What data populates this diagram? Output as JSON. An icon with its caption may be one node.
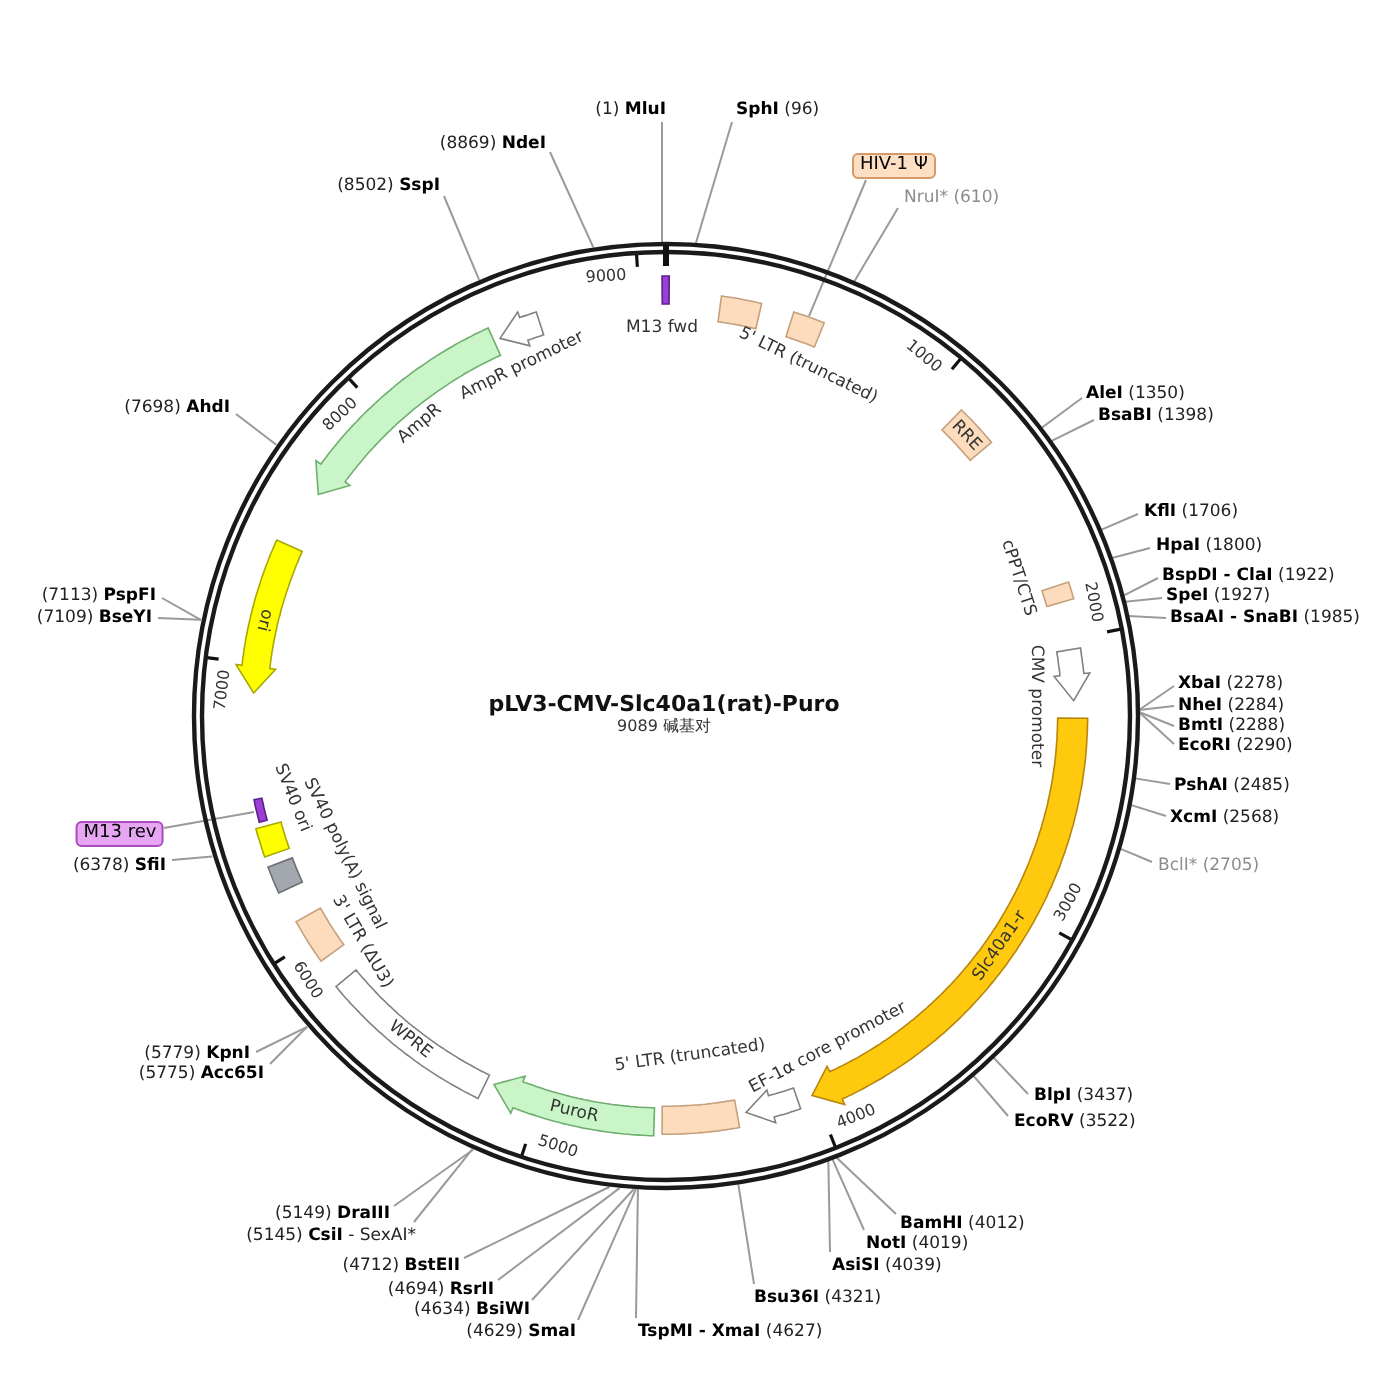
{
  "diagram": {
    "title": "pLV3-CMV-Slc40a1(rat)-Puro",
    "nodes": [
      {
        "text": [],
        "shape": "circle"
      },
      {
        "text": [
          "M13 fwd"
        ],
        "in": 0
      },
      {
        "text": [
          "5' LTR (truncated)"
        ],
        "in": 0
      },
      {
        "text": [],
        "shape": "box",
        "in": 0
      },
      {
        "text": [
          "HIV-1 Ψ"
        ]
      },
      {
        "text": [
          "RRE"
        ],
        "in": 0
      },
      {
        "text": [
          "cPPT/CTS"
        ],
        "in": 0
      },
      {
        "text": [
          "CMV promoter"
        ],
        "in": 0
      },
      {
        "text": [
          "Slc40a1-r"
        ],
        "in": 0
      },
      {
        "text": [
          "EF-1α core promoter"
        ],
        "in": 0
      },
      {
        "text": [
          "5' LTR (truncated)"
        ],
        "in": 0
      },
      {
        "text": [
          "PuroR"
        ],
        "in": 0
      },
      {
        "text": [
          "WPRE"
        ],
        "in": 0
      },
      {
        "text": [
          "3' LTR (ΔU3)"
        ],
        "in": 0
      },
      {
        "text": [
          "SV40 poly(A) signal"
        ],
        "in": 0
      },
      {
        "text": [
          "SV40 ori"
        ],
        "in": 0
      },
      {
        "text": [],
        "shape": "bar",
        "in": 0
      },
      {
        "text": [
          "M13 rev"
        ]
      },
      {
        "text": [
          "ori"
        ],
        "in": 0
      },
      {
        "text": [
          "AmpR"
        ],
        "in": 0
      },
      {
        "text": [
          "AmpR promoter"
        ],
        "in": 0
      },
      {
        "text": [
          "(1) **MluI**"
        ]
      },
      {
        "text": [
          "**SphI** (96)"
        ]
      },
      {
        "text": [
          "NruI* (610)"
        ]
      },
      {
        "text": [
          "**AleI** (1350)"
        ]
      },
      {
        "text": [
          "**BsaBI** (1398)"
        ]
      },
      {
        "text": [
          "**KflI** (1706)"
        ]
      },
      {
        "text": [
          "**HpaI** (1800)"
        ]
      },
      {
        "text": [
          "**BspDI - ClaI** (1922)"
        ]
      },
      {
        "text": [
          "**SpeI** (1927)"
        ]
      },
      {
        "text": [
          "**BsaAI - SnaBI** (1985)"
        ]
      },
      {
        "text": [
          "**XbaI** (2278)"
        ]
      },
      {
        "text": [
          "**NheI** (2284)"
        ]
      },
      {
        "text": [
          "**BmtI** (2288)"
        ]
      },
      {
        "text": [
          "**EcoRI** (2290)"
        ]
      },
      {
        "text": [
          "**PshAI** (2485)"
        ]
      },
      {
        "text": [
          "**XcmI** (2568)"
        ]
      },
      {
        "text": [
          "BclI* (2705)"
        ]
      },
      {
        "text": [
          "**BlpI** (3437)"
        ]
      },
      {
        "text": [
          "**EcoRV** (3522)"
        ]
      },
      {
        "text": [
          "**BamHI** (4012)"
        ]
      },
      {
        "text": [
          "**NotI** (4019)"
        ]
      },
      {
        "text": [
          "**AsiSI** (4039)"
        ]
      },
      {
        "text": [
          "**Bsu36I** (4321)"
        ]
      },
      {
        "text": [
          "**TspMI - XmaI** (4627)"
        ]
      },
      {
        "text": [
          "(4629) **SmaI**"
        ]
      },
      {
        "text": [
          "(4634) **BsiWI**"
        ]
      },
      {
        "text": [
          "(4694) **RsrII**"
        ]
      },
      {
        "text": [
          "(4712) **BstEII**"
        ]
      },
      {
        "text": [
          "(5145) **CsiI** - SexAI*"
        ]
      },
      {
        "text": [
          "(5149) **DraIII**"
        ]
      },
      {
        "text": [
          "(5775) **Acc65I**"
        ]
      },
      {
        "text": [
          "(5779) **KpnI**"
        ]
      },
      {
        "text": [
          "(6378) **SfiI**"
        ]
      },
      {
        "text": [
          "(7109) **BseYI**"
        ]
      },
      {
        "text": [
          "(7113) **PspFI**"
        ]
      },
      {
        "text": [
          "(7698) **AhdI**"
        ]
      },
      {
        "text": [
          "(8502) **SspI**"
        ]
      },
      {
        "text": [
          "(8869) **NdeI**"
        ]
      }
    ],
    "edges": [
      {
        "from": 21,
        "to": 0,
        "arrow": "none"
      },
      {
        "from": 22,
        "to": 0,
        "arrow": "none"
      },
      {
        "from": 23,
        "to": 0,
        "arrow": "none"
      },
      {
        "from": 24,
        "to": 0,
        "arrow": "none"
      },
      {
        "from": 25,
        "to": 0,
        "arrow": "none"
      },
      {
        "from": 26,
        "to": 0,
        "arrow": "none"
      },
      {
        "from": 27,
        "to": 0,
        "arrow": "none"
      },
      {
        "from": 28,
        "to": 0,
        "arrow": "none"
      },
      {
        "from": 29,
        "to": 0,
        "arrow": "none"
      },
      {
        "from": 30,
        "to": 0,
        "arrow": "none"
      },
      {
        "from": 31,
        "to": 0,
        "arrow": "none"
      },
      {
        "from": 32,
        "to": 0,
        "arrow": "none"
      },
      {
        "from": 33,
        "to": 0,
        "arrow": "none"
      },
      {
        "from": 34,
        "to": 0,
        "arrow": "none"
      },
      {
        "from": 35,
        "to": 0,
        "arrow": "none"
      },
      {
        "from": 36,
        "to": 0,
        "arrow": "none"
      },
      {
        "from": 37,
        "to": 0,
        "arrow": "none"
      },
      {
        "from": 38,
        "to": 0,
        "arrow": "none"
      },
      {
        "from": 39,
        "to": 0,
        "arrow": "none"
      },
      {
        "from": 40,
        "to": 0,
        "arrow": "none"
      },
      {
        "from": 41,
        "to": 0,
        "arrow": "none"
      },
      {
        "from": 42,
        "to": 0,
        "arrow": "none"
      },
      {
        "from": 43,
        "to": 0,
        "arrow": "none"
      },
      {
        "from": 44,
        "to": 0,
        "arrow": "none"
      },
      {
        "from": 45,
        "to": 0,
        "arrow": "none"
      },
      {
        "from": 46,
        "to": 0,
        "arrow": "none"
      },
      {
        "from": 47,
        "to": 0,
        "arrow": "none"
      },
      {
        "from": 48,
        "to": 0,
        "arrow": "none"
      },
      {
        "from": 49,
        "to": 0,
        "arrow": "none"
      },
      {
        "from": 50,
        "to": 0,
        "arrow": "none"
      },
      {
        "from": 51,
        "to": 0,
        "arrow": "none"
      },
      {
        "from": 52,
        "to": 0,
        "arrow": "none"
      },
      {
        "from": 53,
        "to": 0,
        "arrow": "none"
      },
      {
        "from": 54,
        "to": 0,
        "arrow": "none"
      },
      {
        "from": 55,
        "to": 0,
        "arrow": "none"
      },
      {
        "from": 56,
        "to": 0,
        "arrow": "none"
      },
      {
        "from": 57,
        "to": 0,
        "arrow": "none"
      },
      {
        "from": 58,
        "to": 0,
        "arrow": "none"
      },
      {
        "from": 4,
        "to": 3,
        "arrow": "none"
      },
      {
        "from": 17,
        "to": 16,
        "arrow": "none"
      }
    ],
    "labels": [
      "9089 碱基对",
      "1000",
      "2000",
      "3000",
      "4000",
      "5000",
      "6000",
      "7000",
      "8000",
      "9000"
    ]
  }
}
